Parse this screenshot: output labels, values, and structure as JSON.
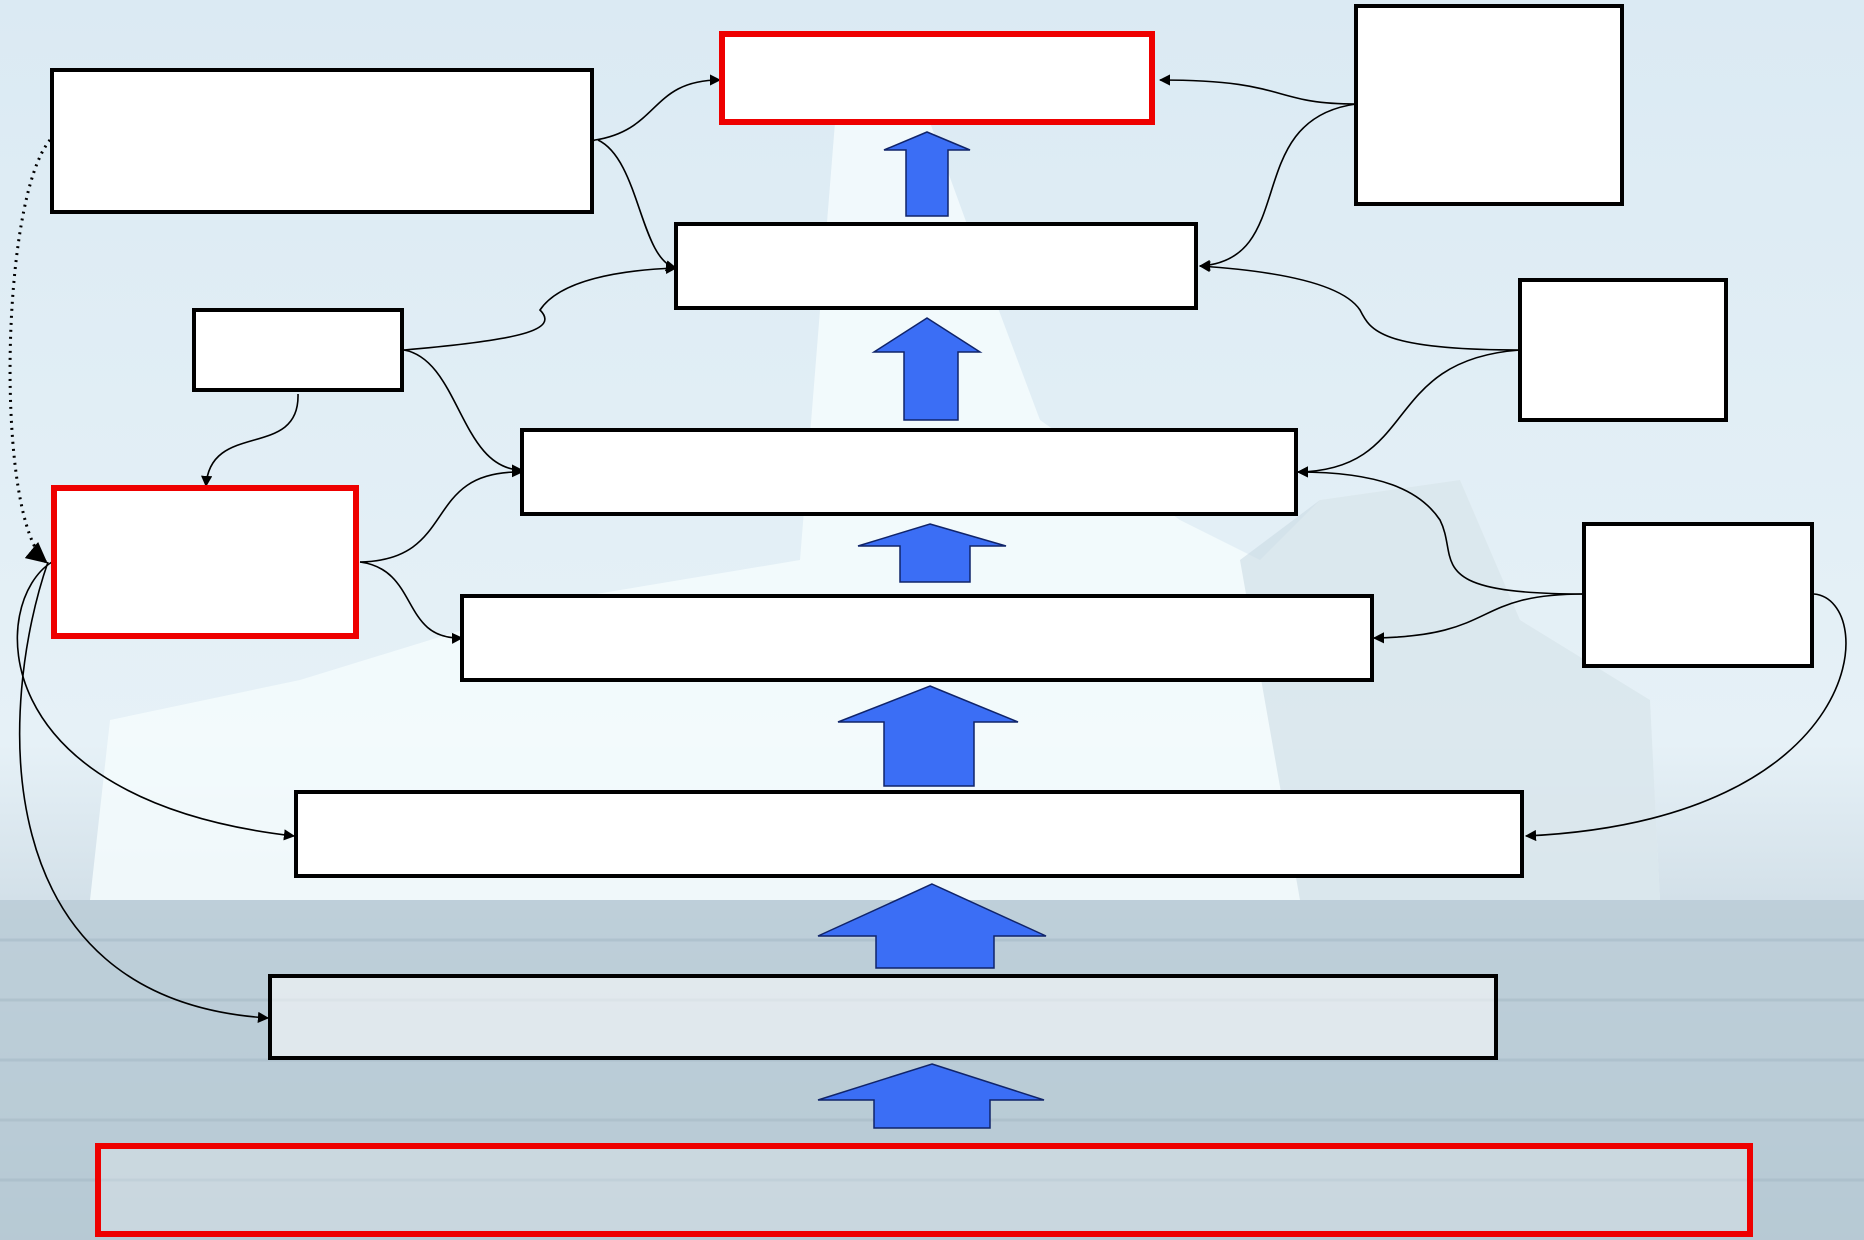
{
  "diagram": {
    "boxes": [
      {
        "id": "top-center",
        "label": "",
        "border": "red"
      },
      {
        "id": "top-left-wide",
        "label": "",
        "border": "black"
      },
      {
        "id": "top-right",
        "label": "",
        "border": "black"
      },
      {
        "id": "level-2",
        "label": "",
        "border": "black"
      },
      {
        "id": "small-left",
        "label": "",
        "border": "black"
      },
      {
        "id": "right-mid",
        "label": "",
        "border": "black"
      },
      {
        "id": "level-3",
        "label": "",
        "border": "black"
      },
      {
        "id": "left-red",
        "label": "",
        "border": "red"
      },
      {
        "id": "right-lower",
        "label": "",
        "border": "black"
      },
      {
        "id": "level-4",
        "label": "",
        "border": "black"
      },
      {
        "id": "level-5",
        "label": "",
        "border": "black"
      },
      {
        "id": "level-6",
        "label": "",
        "border": "black"
      },
      {
        "id": "bottom-base",
        "label": "",
        "border": "red"
      }
    ],
    "colors": {
      "arrow_fill": "#3b6ef5",
      "red_border": "#ee0000",
      "black_border": "#000000",
      "sky": "#dcecf4",
      "iceberg": "#f4fafc",
      "water": "#b9cbd6"
    }
  }
}
